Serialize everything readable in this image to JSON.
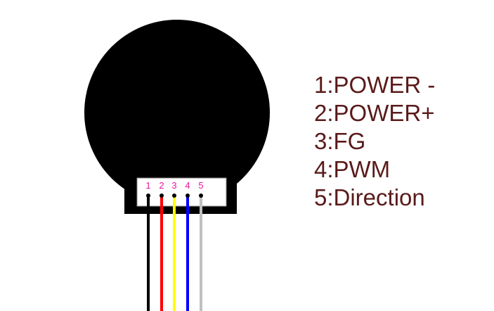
{
  "connector": {
    "pin_color": "#e8169b",
    "pins": [
      {
        "label": "1",
        "wire_color": "#000000"
      },
      {
        "label": "2",
        "wire_color": "#ff0000"
      },
      {
        "label": "3",
        "wire_color": "#ffff00"
      },
      {
        "label": "4",
        "wire_color": "#0000ff"
      },
      {
        "label": "5",
        "wire_color": "#c0c0c0"
      }
    ]
  },
  "legend": {
    "color": "#5a1a1a",
    "lines": [
      "1:POWER -",
      "2:POWER+",
      "3:FG",
      "4:PWM",
      "5:Direction"
    ]
  }
}
